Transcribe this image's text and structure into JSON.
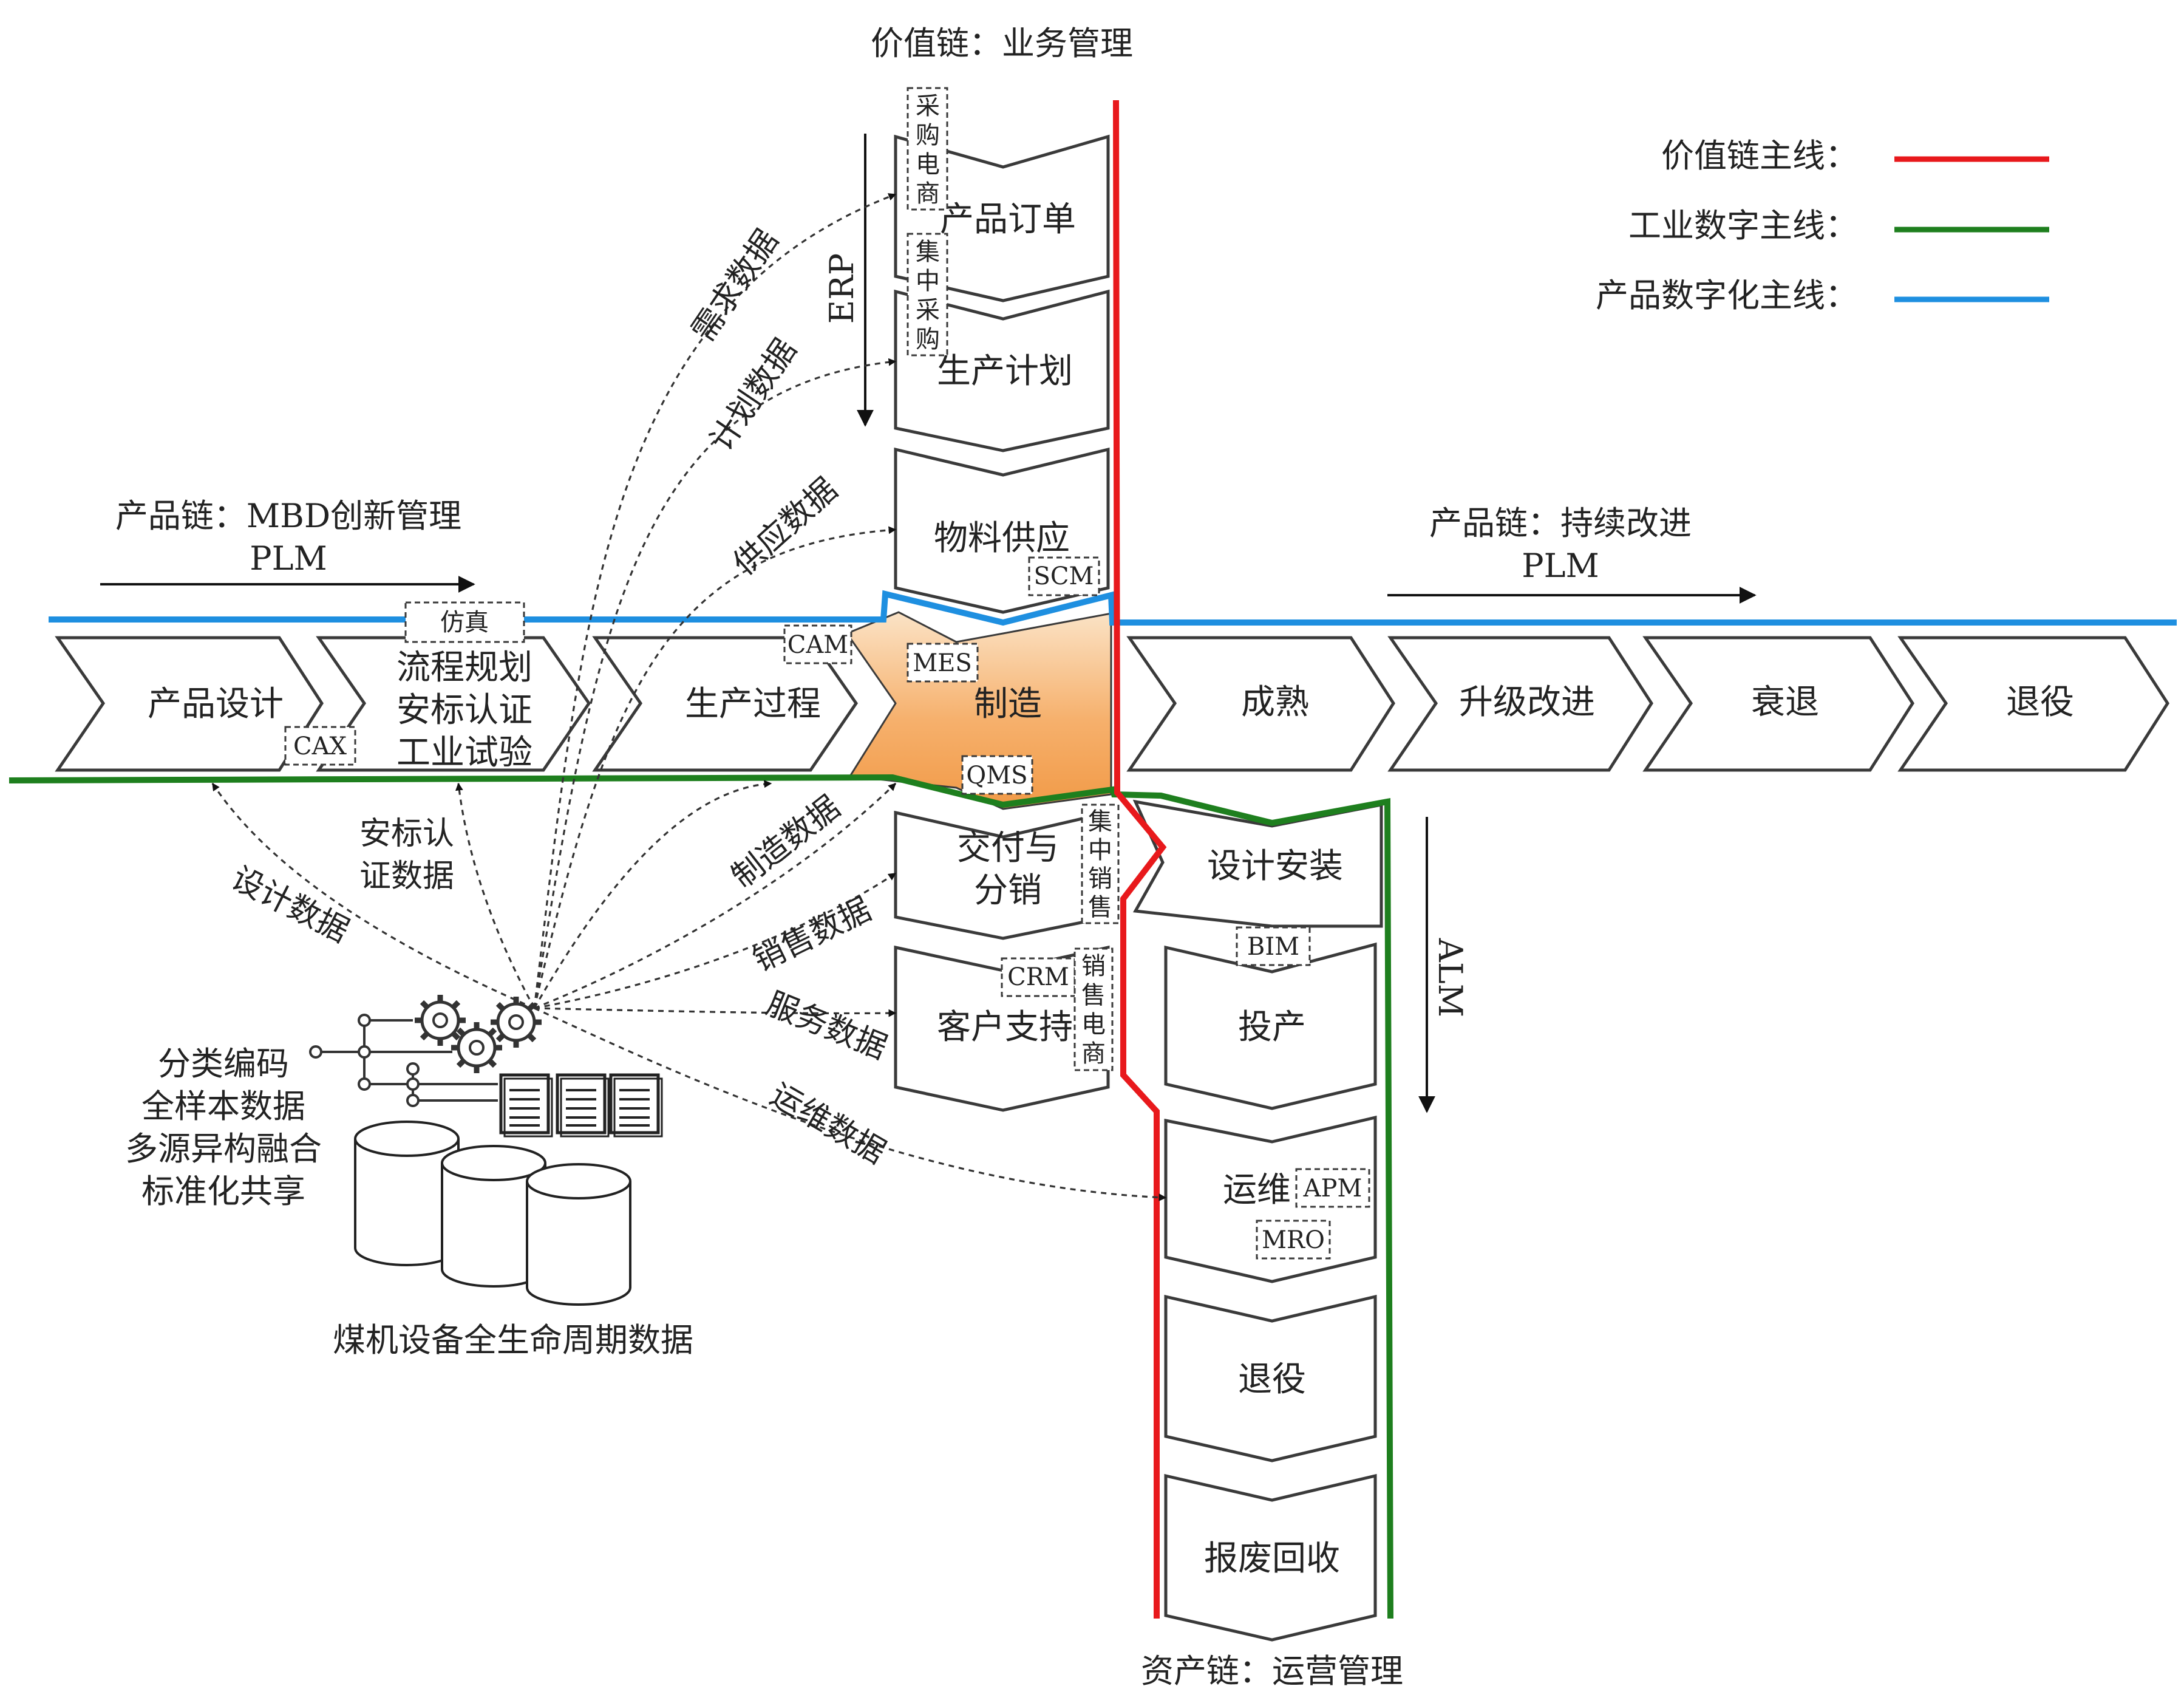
{
  "headers": {
    "value_chain": "价值链：业务管理",
    "product_chain_left": "产品链：MBD创新管理",
    "plm_left": "PLM",
    "product_chain_right": "产品链：持续改进",
    "plm_right": "PLM",
    "asset_chain": "资产链：运营管理",
    "erp": "ERP",
    "alm": "ALM"
  },
  "legend": {
    "items": [
      {
        "label": "价值链主线：",
        "color": "#e8191c"
      },
      {
        "label": "工业数字主线：",
        "color": "#1e7f1e"
      },
      {
        "label": "产品数字化主线：",
        "color": "#1e8fe0"
      }
    ]
  },
  "stages": {
    "product_design": "产品设计",
    "process_lines": [
      "流程规划",
      "安标认证",
      "工业试验"
    ],
    "production_process": "生产过程",
    "manufacturing": "制造",
    "maturity": "成熟",
    "upgrade": "升级改进",
    "decline": "衰退",
    "retire_right": "退役",
    "product_order": "产品订单",
    "production_plan": "生产计划",
    "material_supply": "物料供应",
    "delivery_lines": [
      "交付与",
      "分销"
    ],
    "customer_support": "客户支持",
    "design_install": "设计安装",
    "commissioning": "投产",
    "operation": "运维",
    "retire_bottom": "退役",
    "scrap": "报废回收"
  },
  "tags": {
    "purchase_ecom": "采购电商",
    "central_purchase": "集中采购",
    "scm": "SCM",
    "simulation": "仿真",
    "cam": "CAM",
    "cax": "CAX",
    "mes": "MES",
    "qms": "QMS",
    "central_sales": "集中销售",
    "crm": "CRM",
    "sales_ecom": "销售电商",
    "bim": "BIM",
    "apm": "APM",
    "mro": "MRO"
  },
  "flows": {
    "demand": "需求数据",
    "plan": "计划数据",
    "supply": "供应数据",
    "manufacture": "制造数据",
    "sales": "销售数据",
    "service": "服务数据",
    "ops": "运维数据",
    "design": "设计数据",
    "cert_lines": [
      "安标认",
      "证数据"
    ]
  },
  "data_hub": {
    "features": [
      "分类编码",
      "全样本数据",
      "多源异构融合",
      "标准化共享"
    ],
    "caption": "煤机设备全生命周期数据"
  }
}
